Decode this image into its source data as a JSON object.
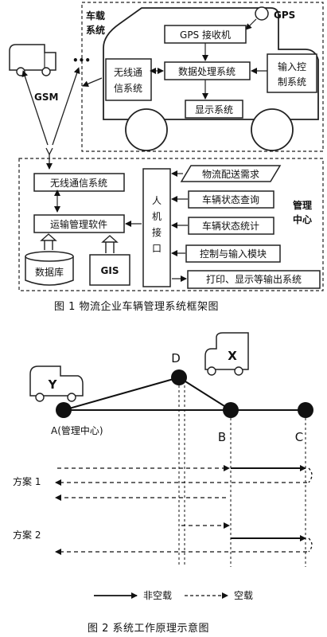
{
  "figure1": {
    "vehicle_system_label": [
      "车载",
      "系统"
    ],
    "gps_label": "GPS",
    "gps_receiver": "GPS 接收机",
    "wireless_comm_vehicle": [
      "无线通",
      "信系统"
    ],
    "data_processing": "数据处理系统",
    "input_control": [
      "输入控",
      "制系统"
    ],
    "display_system": "显示系统",
    "gsm_label": "GSM",
    "wireless_comm_center": "无线通信系统",
    "transport_mgmt": "运输管理软件",
    "database": "数据库",
    "gis": "GIS",
    "hmi": [
      "人",
      "机",
      "接",
      "口"
    ],
    "logistics_demand": "物流配送需求",
    "vehicle_query": "车辆状态查询",
    "vehicle_stats": "车辆状态统计",
    "control_input": "控制与输入模块",
    "print_output": "打印、显示等输出系统",
    "mgmt_center_label": [
      "管理",
      "中心"
    ],
    "caption": "图 1   物流企业车辆管理系统框架图"
  },
  "figure2": {
    "node_a": "A(管理中心)",
    "node_b": "B",
    "node_c": "C",
    "node_d": "D",
    "truck_x": "X",
    "truck_y": "Y",
    "plan1": "方案 1",
    "plan2": "方案 2",
    "legend_loaded": "非空载",
    "legend_empty": "空载",
    "caption": "图 2   系统工作原理示意图"
  }
}
